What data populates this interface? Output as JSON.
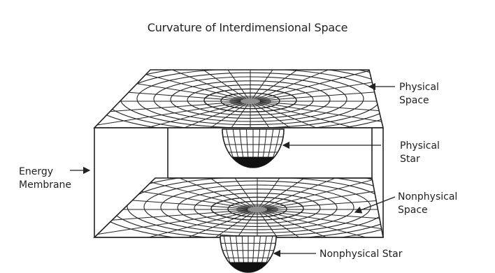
{
  "title": "Curvature of Interdimensional Space",
  "labels": {
    "physical_space": [
      "Physical",
      "Space"
    ],
    "physical_star": [
      "Physical",
      "Star"
    ],
    "energy_membrane": [
      "Energy",
      "Membrane"
    ],
    "nonphysical_space": [
      "Nonphysical",
      "Space"
    ],
    "nonphysical_star": "Nonphysical Star"
  }
}
